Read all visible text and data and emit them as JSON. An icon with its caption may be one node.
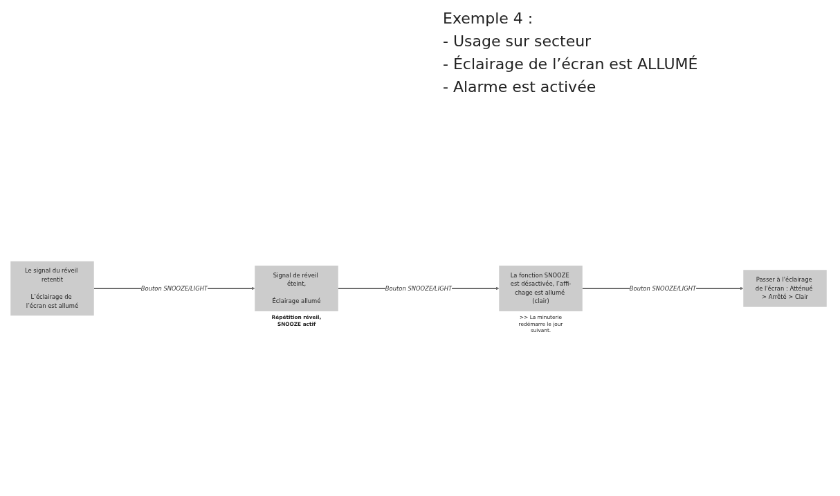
{
  "diagram": {
    "title": "Exemple 4 :",
    "nodes": [
      {
        "text": [
          "Le signal du réveil retentit",
          "L’éclairage de l’écran est allumé"
        ]
      },
      {
        "text": [
          "Signal de réveil éteint,",
          "Éclairage allumé"
        ],
        "beside": [
          "Répétition réveil, SNOOZE actif"
        ]
      },
      {
        "text": [
          "La fonction SNOOZE est désactivée, l’affi-chage est allumé (clair)"
        ],
        "beside": [
          ">> La minuterie redémarre le jour suivant."
        ]
      },
      {
        "text": [
          "Passer à l'éclairage de l'écran : Atténué > Arrêté > Clair"
        ]
      }
    ],
    "edges": [
      {
        "from": 0,
        "to": 1,
        "arrow": "to",
        "label": "Bouton SNOOZE/LIGHT"
      },
      {
        "from": 1,
        "to": 2,
        "arrow": "to",
        "label": "Bouton SNOOZE/LIGHT"
      },
      {
        "from": 2,
        "to": 3,
        "arrow": "to",
        "label": "Bouton SNOOZE/LIGHT"
      }
    ],
    "labels": [
      "- Usage sur secteur",
      "- Éclairage de l’écran est ALLUMÉ",
      "- Alarme est activée"
    ]
  }
}
